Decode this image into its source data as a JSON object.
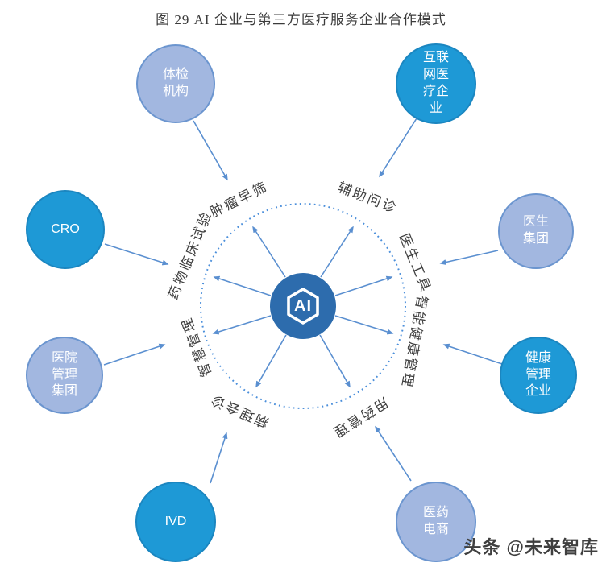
{
  "title": "图 29 AI 企业与第三方医疗服务企业合作模式",
  "center": {
    "label": "AI"
  },
  "partners": [
    {
      "label": "体检机构"
    },
    {
      "label": "互联网医疗企业"
    },
    {
      "label": "CRO"
    },
    {
      "label": "医生集团"
    },
    {
      "label": "医院管理集团"
    },
    {
      "label": "健康管理企业"
    },
    {
      "label": "IVD"
    },
    {
      "label": "医药电商"
    }
  ],
  "cooperation_fields": [
    "肿瘤早筛",
    "辅助问诊",
    "药物临床试验",
    "医生工具",
    "智慧管理",
    "智能健康管理",
    "病理会诊",
    "用药管理"
  ],
  "watermark": "头条 @未来智库",
  "colors": {
    "bright": "#1e99d6",
    "brightBorder": "#1b86c0",
    "light": "#a2b7e0",
    "lightBorder": "#6b95cf",
    "hub": "#2d6cad",
    "line": "#5a8fd0",
    "ring": "#4b8fdb"
  }
}
